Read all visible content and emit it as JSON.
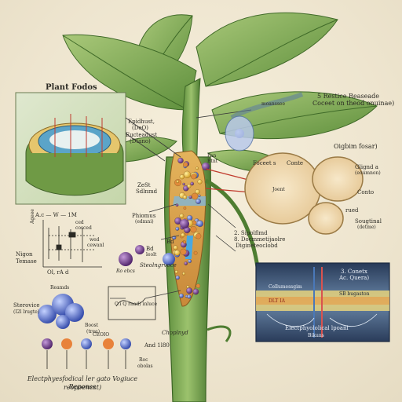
{
  "title": "Plant Fodos",
  "inset_left": {
    "labels": [
      "Epidhust,",
      "(DeO)",
      "Eucteadust",
      "(Dtano)"
    ]
  },
  "stem_labels": {
    "mid_left": [
      "ZeSt",
      "Sdlnmd"
    ],
    "phiomus": [
      "Phiomus",
      "(edmni)"
    ],
    "bd": "Bd",
    "mid_right": [
      "2. Sipolflmd",
      "8. Docmmetijaolre",
      "Digineteoclobd"
    ],
    "fan": [
      "Fan",
      "Btnt"
    ],
    "bd2": [
      "Bd",
      "leolt"
    ],
    "steol": "Steolngrvoce",
    "and": "And 1l80",
    "chopiyl": "Choplnyd"
  },
  "right_top": {
    "restice": [
      "5 Restice Reaseade",
      "Coceet on theod onuinae)"
    ],
    "oigbim": "Oigbim fosar)",
    "foceet": "Foceet s",
    "conte": "Conte",
    "glignd": [
      "Glignd a",
      "(eoumnon)"
    ],
    "conto": "Conto",
    "joent": "Joent",
    "ceed": "rued",
    "sougtinal": [
      "Sougtinal",
      "(detme)"
    ],
    "small_tag": "moanssee"
  },
  "left_chart": {
    "header": "A.c — W — 1M",
    "sub1": [
      "ced",
      "cosced"
    ],
    "sub2": [
      "wed",
      "cewanl"
    ],
    "ylabel": "Ageee",
    "xlabel": "Ol, rA  d",
    "nigon": [
      "Nigon",
      "Temase"
    ],
    "mol_label": "Ro ebcs"
  },
  "left_bottom": {
    "reamd": "Reamds",
    "sterovice": [
      "Sterovice",
      "(I2l lrugte)"
    ],
    "boost": [
      "Boost",
      "(tree)"
    ],
    "ceaio": "CEOIO",
    "box_lines": [
      "O.i  Q rnad)  inluce"
    ],
    "roc": [
      "Roc",
      "obolas"
    ]
  },
  "right_inset": {
    "title": [
      "3. Conetx",
      "Ac. Quera)"
    ],
    "left_label": "Cellumessgim",
    "band_left": "DLT IA",
    "band_right": "SB bugaston",
    "bottom": "Electphyololical lpoanl",
    "bottom2": "Bikuns"
  },
  "caption": [
    "Electphyesfodical ler gato Vogiuce Reponse",
    "reopoencst)"
  ]
}
